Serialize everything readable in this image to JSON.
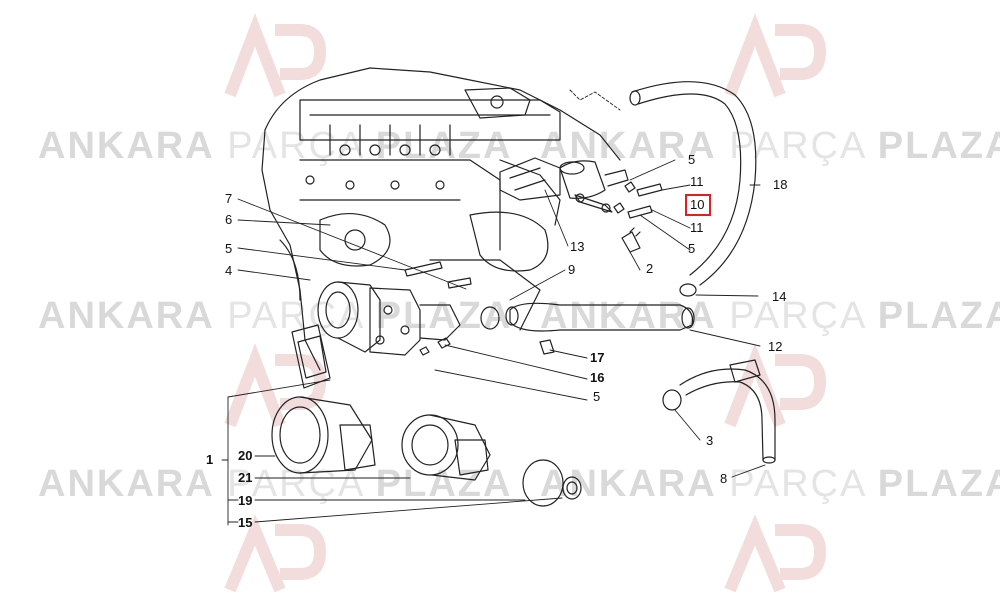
{
  "watermark": {
    "brand_strong": "ANKARA",
    "brand_thin": "PARÇA",
    "brand_end": "PLAZA"
  },
  "callouts": {
    "c1": "1",
    "c2": "2",
    "c3": "3",
    "c4": "4",
    "c5a": "5",
    "c5b": "5",
    "c5c": "5",
    "c5d": "5",
    "c6": "6",
    "c7": "7",
    "c8": "8",
    "c9": "9",
    "c10": "10",
    "c11a": "11",
    "c11b": "11",
    "c12": "12",
    "c13": "13",
    "c14": "14",
    "c15": "15",
    "c16": "16",
    "c17": "17",
    "c18": "18",
    "c19": "19",
    "c20": "20",
    "c21": "21"
  },
  "colors": {
    "highlight": "#e02020",
    "watermark": "#d9d9d9",
    "line": "#222222"
  }
}
